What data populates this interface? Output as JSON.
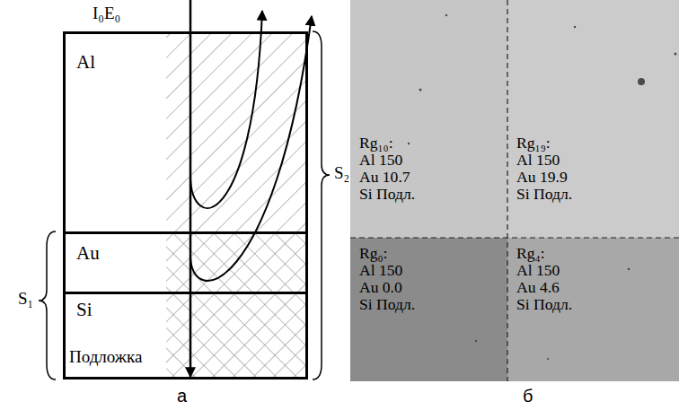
{
  "diagram": {
    "nodes": [
      {
        "text": [
          "Al"
        ]
      },
      {
        "text": [
          "Au"
        ]
      },
      {
        "text": [
          "Si",
          "Подложка"
        ]
      },
      {
        "text": [
          "Rg₁₀:",
          "Al 150",
          "Au 10.7",
          "Si Подл."
        ]
      },
      {
        "text": [
          "Rg₁₉:",
          "Al 150",
          "Au 19.9",
          "Si Подл."
        ]
      },
      {
        "text": [
          "Rg₀:",
          "Al 150",
          "Au 0.0",
          "Si Подл."
        ]
      },
      {
        "text": [
          "Rg₄:",
          "Al 150",
          "Au 4.6",
          "Si Подл."
        ]
      }
    ],
    "labels": [
      "I₀E₀",
      "S₁",
      "S₂",
      "а",
      "б"
    ]
  }
}
